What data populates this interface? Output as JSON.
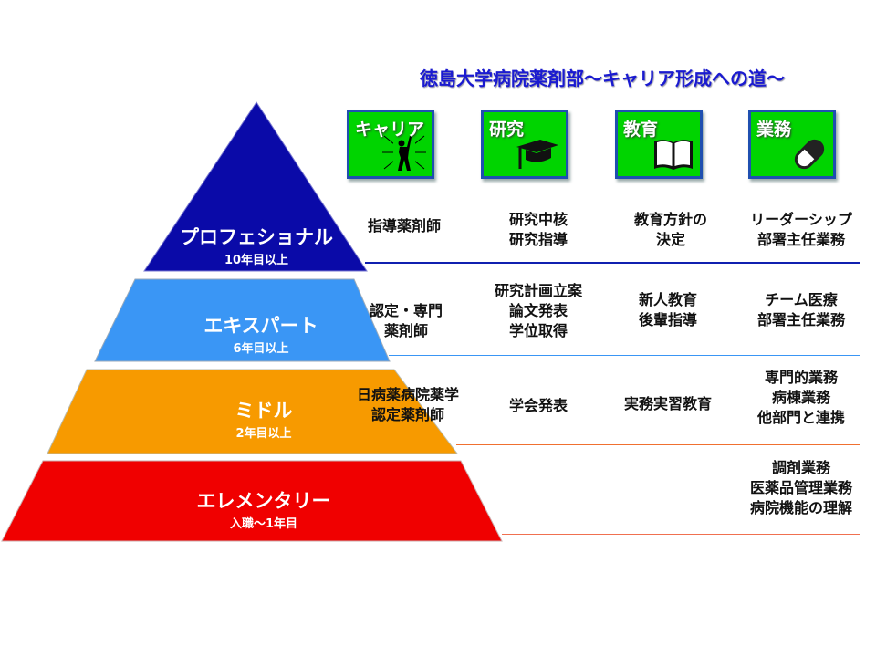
{
  "title": "徳島大学病院薬剤部～キャリア形成への道～",
  "categories": [
    {
      "label": "キャリア",
      "icon": "cheering-person-icon"
    },
    {
      "label": "研究",
      "icon": "graduation-cap-icon"
    },
    {
      "label": "教育",
      "icon": "open-book-icon"
    },
    {
      "label": "業務",
      "icon": "capsule-icon"
    }
  ],
  "levels": [
    {
      "name": "プロフェショナル",
      "years": "10年目以上",
      "color": "#0a0aa8",
      "cells": [
        [
          "指導薬剤師"
        ],
        [
          "研究中核",
          "研究指導"
        ],
        [
          "教育方針の",
          "決定"
        ],
        [
          "リーダーシップ",
          "部署主任業務"
        ]
      ]
    },
    {
      "name": "エキスパート",
      "years": "6年目以上",
      "color": "#3a96f5",
      "cells": [
        [
          "認定・専門",
          "薬剤師"
        ],
        [
          "研究計画立案",
          "論文発表",
          "学位取得"
        ],
        [
          "新人教育",
          "後輩指導"
        ],
        [
          "チーム医療",
          "部署主任業務"
        ]
      ]
    },
    {
      "name": "ミドル",
      "years": "2年目以上",
      "color": "#f79a00",
      "cells": [
        [
          "日病薬病院薬学",
          "認定薬剤師"
        ],
        [
          "学会発表"
        ],
        [
          "実務実習教育"
        ],
        [
          "専門的業務",
          "病棟業務",
          "他部門と連携"
        ]
      ]
    },
    {
      "name": "エレメンタリー",
      "years": "入職～1年目",
      "color": "#f00000",
      "cells": [
        [],
        [],
        [],
        [
          "調剤業務",
          "医薬品管理業務",
          "病院機能の理解"
        ]
      ]
    }
  ]
}
